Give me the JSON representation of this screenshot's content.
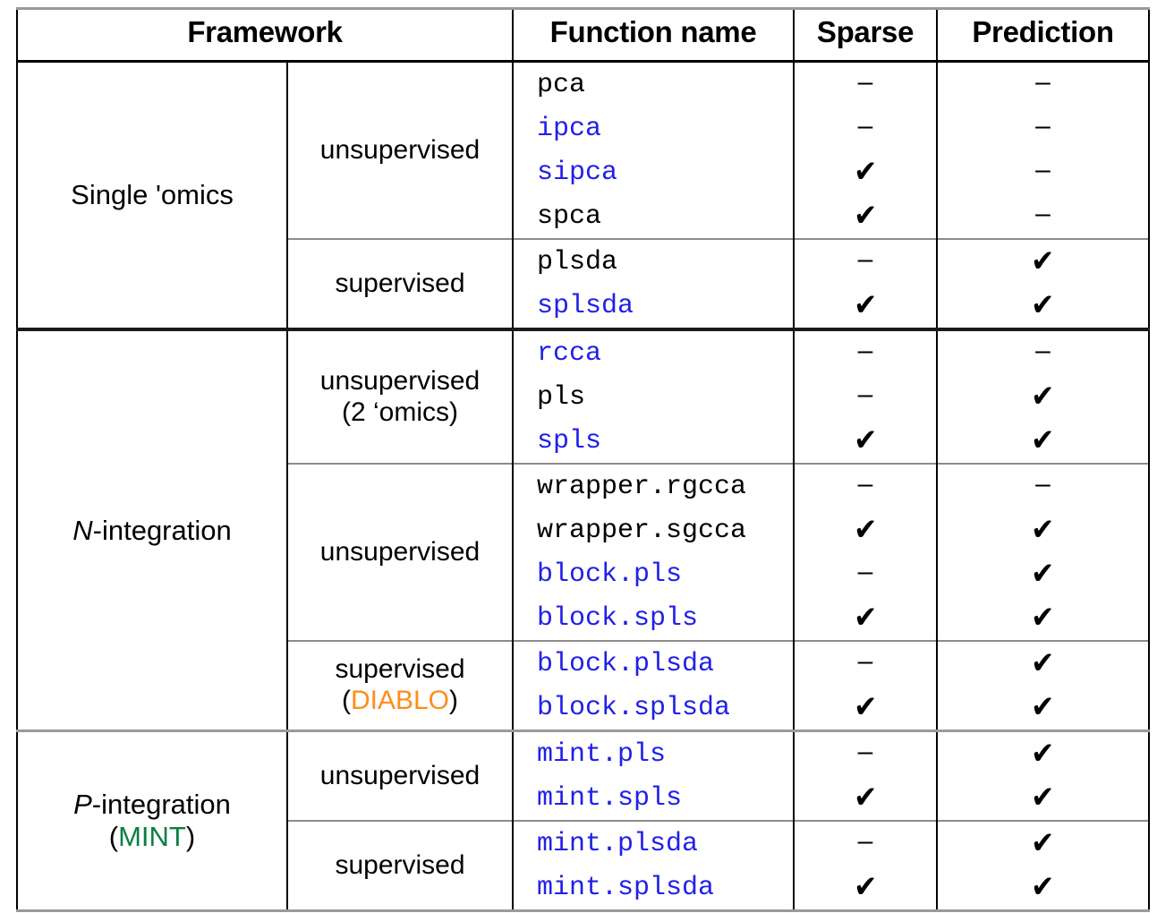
{
  "table": {
    "headers": {
      "framework": "Framework",
      "function_name": "Function name",
      "sparse": "Sparse",
      "prediction": "Prediction"
    },
    "marks": {
      "check": "✔",
      "dash": "–"
    },
    "colors": {
      "function_blue": "#2020E8",
      "function_black": "#000000",
      "diablo_orange": "#FF8C1A",
      "mint_green": "#0A8040",
      "rule_black": "#000000",
      "rule_gray": "#8C8C8C"
    },
    "groups": [
      {
        "id": "single-omics",
        "label_prefix": "",
        "label_main": "Single 'omics",
        "label_sub": "",
        "label_accent": "",
        "subgroups": [
          {
            "id": "single-unsupervised",
            "label_line1": "unsupervised",
            "label_line2": "",
            "rows": [
              {
                "name": "pca",
                "color": "black",
                "sparse": "dash",
                "prediction": "dash"
              },
              {
                "name": "ipca",
                "color": "blue",
                "sparse": "dash",
                "prediction": "dash"
              },
              {
                "name": "sipca",
                "color": "blue",
                "sparse": "check",
                "prediction": "dash"
              },
              {
                "name": "spca",
                "color": "black",
                "sparse": "check",
                "prediction": "dash"
              }
            ]
          },
          {
            "id": "single-supervised",
            "label_line1": "supervised",
            "label_line2": "",
            "rows": [
              {
                "name": "plsda",
                "color": "black",
                "sparse": "dash",
                "prediction": "check"
              },
              {
                "name": "splsda",
                "color": "blue",
                "sparse": "check",
                "prediction": "check"
              }
            ]
          }
        ]
      },
      {
        "id": "n-integration",
        "label_prefix": "N",
        "label_main": "-integration",
        "label_sub": "",
        "label_accent": "",
        "subgroups": [
          {
            "id": "n-unsupervised-2omics",
            "label_line1": "unsupervised",
            "label_line2": "(2 ‘omics)",
            "rows": [
              {
                "name": "rcca",
                "color": "blue",
                "sparse": "dash",
                "prediction": "dash"
              },
              {
                "name": "pls",
                "color": "black",
                "sparse": "dash",
                "prediction": "check"
              },
              {
                "name": "spls",
                "color": "blue",
                "sparse": "check",
                "prediction": "check"
              }
            ]
          },
          {
            "id": "n-unsupervised",
            "label_line1": "unsupervised",
            "label_line2": "",
            "rows": [
              {
                "name": "wrapper.rgcca",
                "color": "black",
                "sparse": "dash",
                "prediction": "dash"
              },
              {
                "name": "wrapper.sgcca",
                "color": "black",
                "sparse": "check",
                "prediction": "check"
              },
              {
                "name": "block.pls",
                "color": "blue",
                "sparse": "dash",
                "prediction": "check"
              },
              {
                "name": "block.spls",
                "color": "blue",
                "sparse": "check",
                "prediction": "check"
              }
            ]
          },
          {
            "id": "n-supervised-diablo",
            "label_line1": "supervised",
            "label_line2": "(DIABLO)",
            "label_line2_accent": "diablo",
            "rows": [
              {
                "name": "block.plsda",
                "color": "blue",
                "sparse": "dash",
                "prediction": "check"
              },
              {
                "name": "block.splsda",
                "color": "blue",
                "sparse": "check",
                "prediction": "check"
              }
            ]
          }
        ]
      },
      {
        "id": "p-integration",
        "label_prefix": "P",
        "label_main": "-integration",
        "label_sub": "(MINT)",
        "label_accent": "mint",
        "subgroups": [
          {
            "id": "p-unsupervised",
            "label_line1": "unsupervised",
            "label_line2": "",
            "rows": [
              {
                "name": "mint.pls",
                "color": "blue",
                "sparse": "dash",
                "prediction": "check"
              },
              {
                "name": "mint.spls",
                "color": "blue",
                "sparse": "check",
                "prediction": "check"
              }
            ]
          },
          {
            "id": "p-supervised",
            "label_line1": "supervised",
            "label_line2": "",
            "rows": [
              {
                "name": "mint.plsda",
                "color": "blue",
                "sparse": "dash",
                "prediction": "check"
              },
              {
                "name": "mint.splsda",
                "color": "blue",
                "sparse": "check",
                "prediction": "check"
              }
            ]
          }
        ]
      }
    ]
  }
}
